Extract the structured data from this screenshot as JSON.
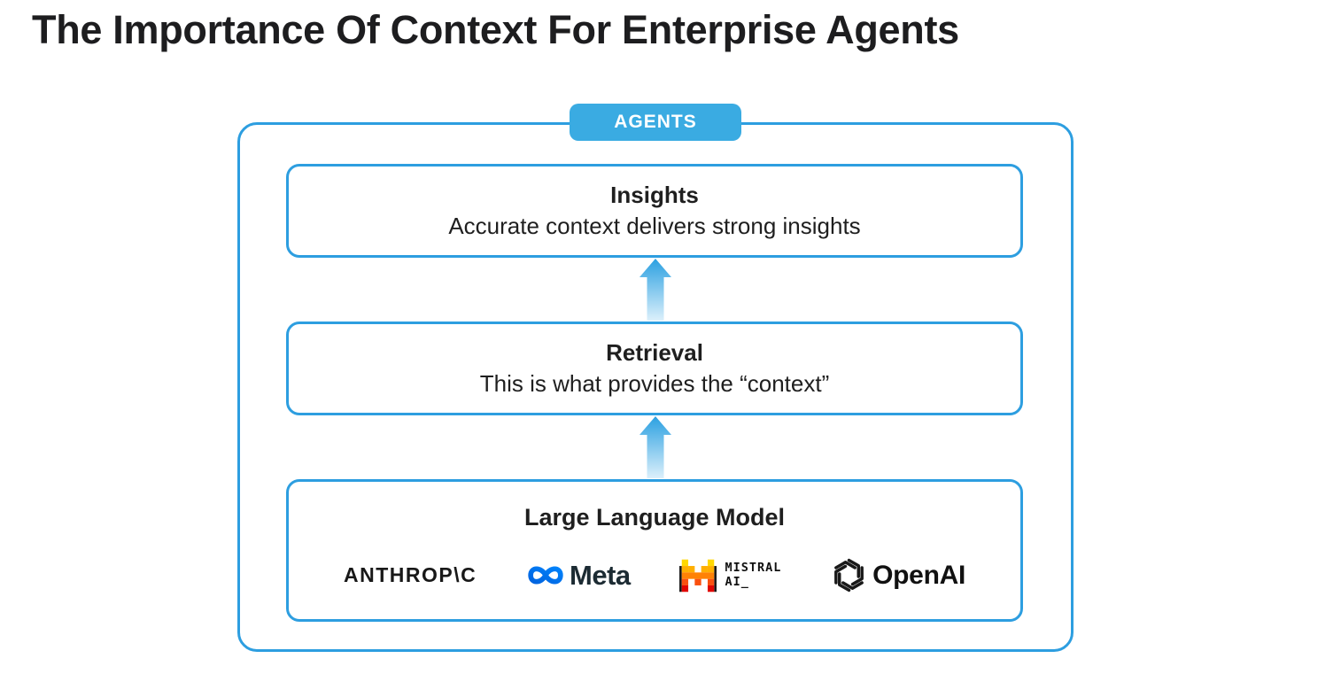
{
  "page": {
    "title": "The Importance Of Context For Enterprise Agents"
  },
  "diagram": {
    "badge_label": "AGENTS",
    "colors": {
      "accent_border": "#2d9ee0",
      "badge_fill": "#3aabe2",
      "arrow_top": "#2ba0e1",
      "arrow_bottom": "#dcf0fb",
      "title_text": "#1d1d1f",
      "body_text": "#1f1f1f"
    },
    "layers": [
      {
        "title": "Insights",
        "description": "Accurate context delivers strong insights"
      },
      {
        "title": "Retrieval",
        "description": "This is what provides the “context”"
      },
      {
        "title": "Large Language Model"
      }
    ],
    "llm_logos": [
      {
        "name": "anthropic",
        "label": "ANTHROP\\C"
      },
      {
        "name": "meta",
        "label": "Meta"
      },
      {
        "name": "mistral",
        "line1": "MISTRAL",
        "line2": "AI_"
      },
      {
        "name": "openai",
        "label": "OpenAI"
      }
    ]
  }
}
